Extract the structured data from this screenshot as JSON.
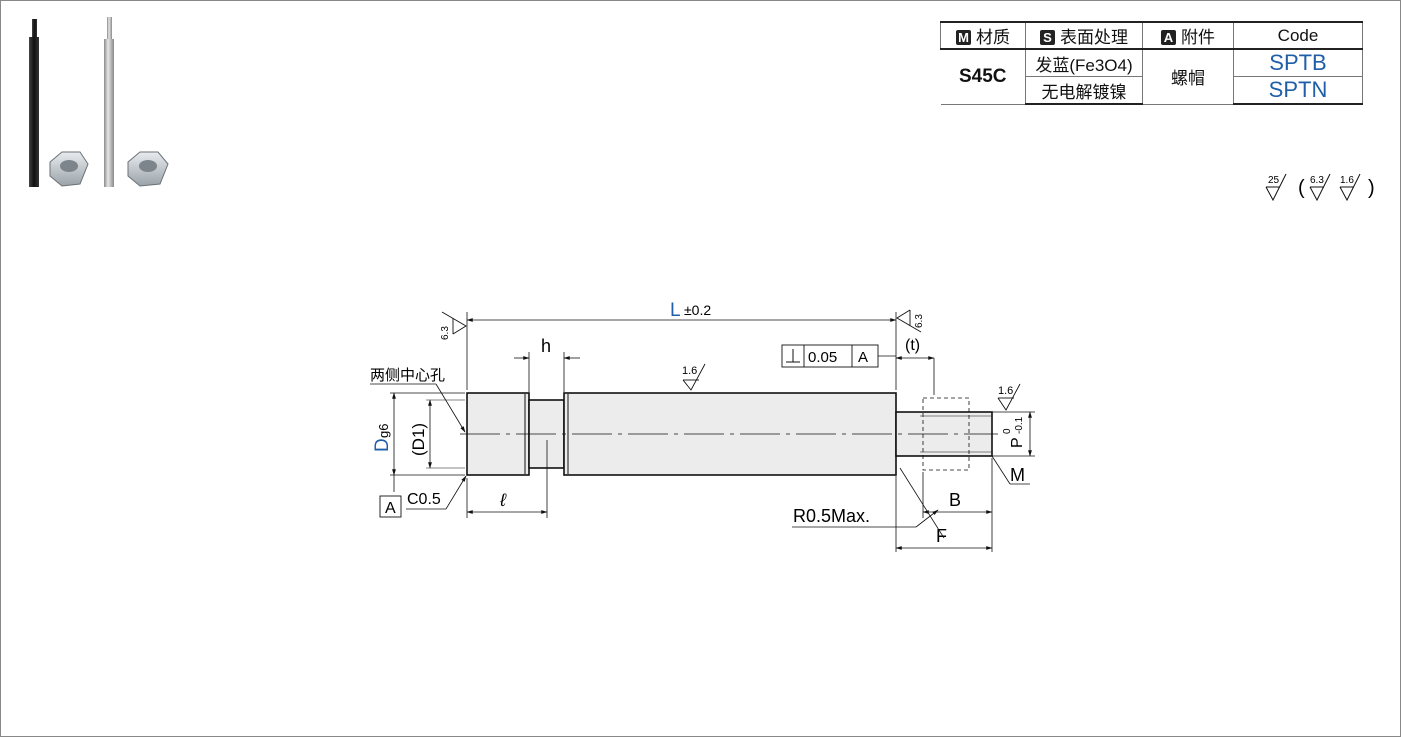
{
  "spec_table": {
    "headers": [
      {
        "badge": "M",
        "label": "材质"
      },
      {
        "badge": "S",
        "label": "表面处理"
      },
      {
        "badge": "A",
        "label": "附件"
      },
      {
        "badge": "",
        "label": "Code"
      }
    ],
    "material": "S45C",
    "rows": [
      {
        "surface": "发蓝(Fe3O4)",
        "code": "SPTB"
      },
      {
        "surface": "无电解镀镍",
        "code": "SPTN"
      }
    ],
    "accessory": "螺帽"
  },
  "finish_symbols": {
    "general": "25",
    "exceptions": [
      "6.3",
      "1.6"
    ]
  },
  "drawing": {
    "L_label": "L",
    "L_tol": "±0.2",
    "h_label": "h",
    "l_label": "ℓ",
    "t_label": "(t)",
    "B_label": "B",
    "F_label": "F",
    "M_label": "M",
    "P_label": "P",
    "P_tol_upper": "0",
    "P_tol_lower": "-0.1",
    "D_label": "D",
    "D_fit": "g6",
    "D1_label": "(D1)",
    "center_hole_note": "两侧中心孔",
    "chamfer": "C0.5",
    "radius_note": "R0.5Max.",
    "datum": "A",
    "perp_value": "0.05",
    "perp_datum": "A",
    "roughness_body": "1.6",
    "roughness_thread": "1.6",
    "roughness_end_left": "6.3",
    "roughness_end_right": "6.3"
  },
  "colors": {
    "accent": "#1f5fa8",
    "rod_dark": "#1a1a1a",
    "rod_steel": "#b8b8b8",
    "nut": "#c8ccd0"
  }
}
